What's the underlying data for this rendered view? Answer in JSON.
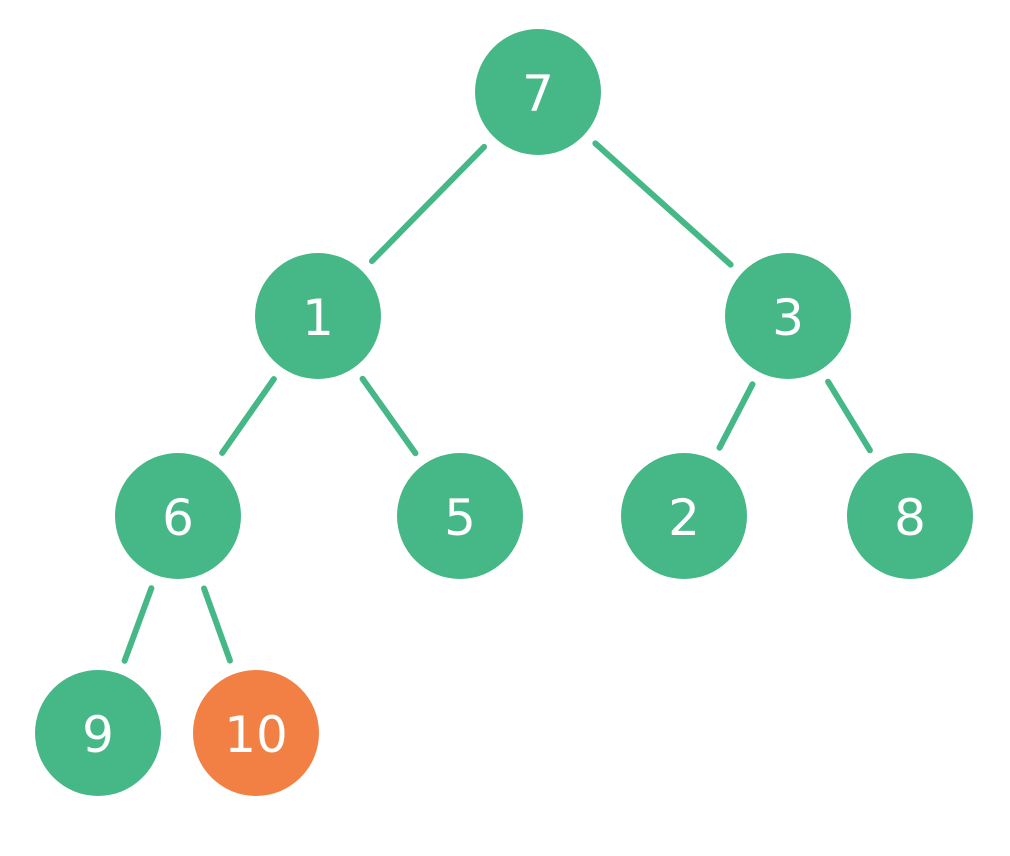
{
  "colors": {
    "node": "#46b887",
    "highlight": "#f28044",
    "edge": "#46b887",
    "label": "#ffffff"
  },
  "tree": {
    "nodes": [
      {
        "id": "n7",
        "label": "7",
        "highlight": false
      },
      {
        "id": "n1",
        "label": "1",
        "highlight": false
      },
      {
        "id": "n3",
        "label": "3",
        "highlight": false
      },
      {
        "id": "n6",
        "label": "6",
        "highlight": false
      },
      {
        "id": "n5",
        "label": "5",
        "highlight": false
      },
      {
        "id": "n2",
        "label": "2",
        "highlight": false
      },
      {
        "id": "n8",
        "label": "8",
        "highlight": false
      },
      {
        "id": "n9",
        "label": "9",
        "highlight": false
      },
      {
        "id": "n10",
        "label": "10",
        "highlight": true
      }
    ],
    "edges": [
      [
        "n7",
        "n1"
      ],
      [
        "n7",
        "n3"
      ],
      [
        "n1",
        "n6"
      ],
      [
        "n1",
        "n5"
      ],
      [
        "n3",
        "n2"
      ],
      [
        "n3",
        "n8"
      ],
      [
        "n6",
        "n9"
      ],
      [
        "n6",
        "n10"
      ]
    ]
  }
}
